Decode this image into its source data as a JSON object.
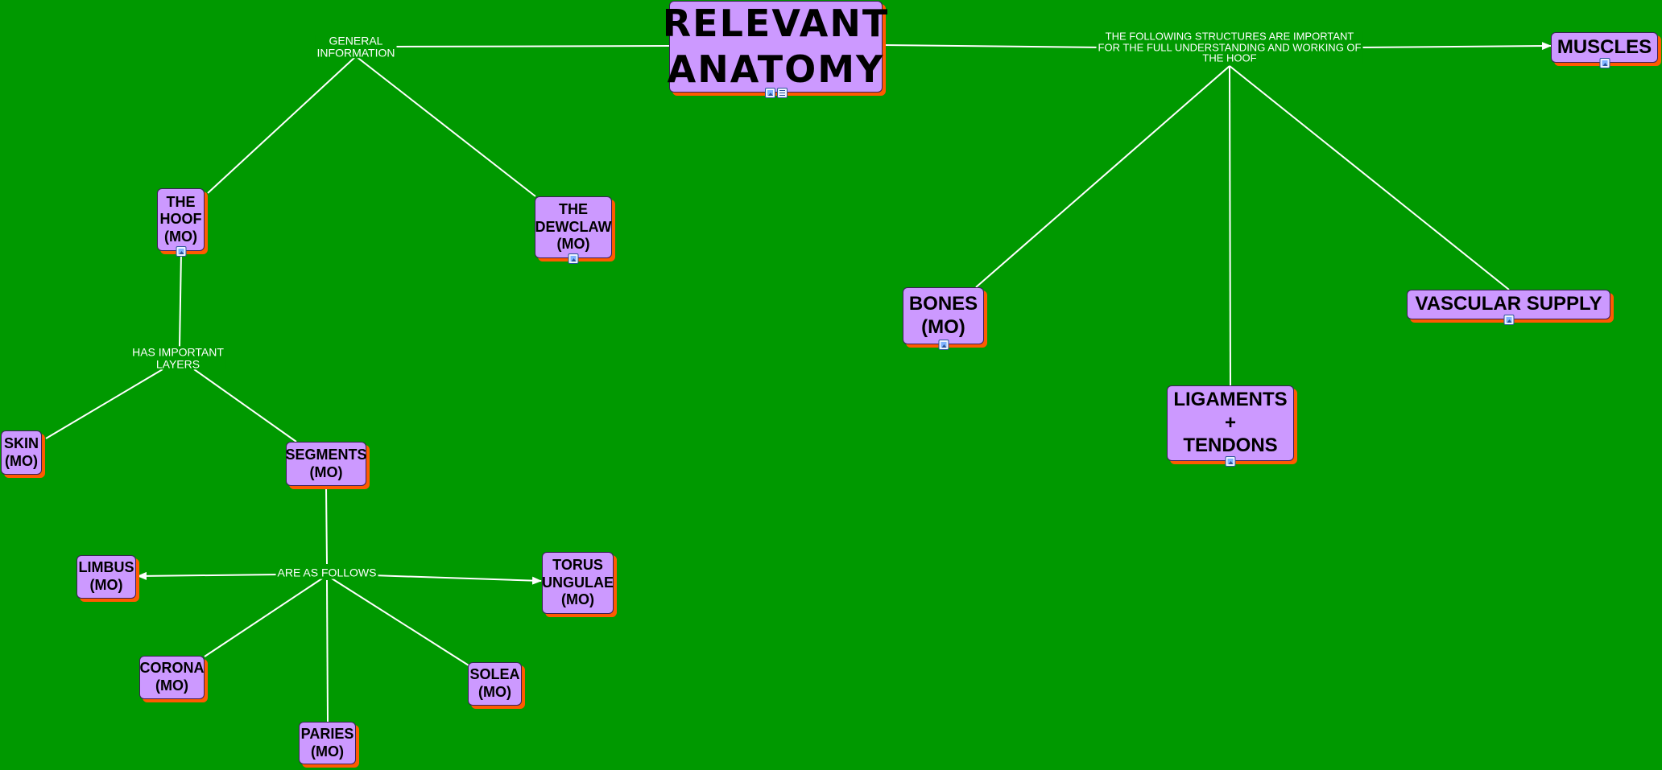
{
  "nodes": {
    "relevant_anatomy": "RELEVANT\nANATOMY",
    "muscles": "MUSCLES",
    "the_hoof": "THE\nHOOF\n(MO)",
    "the_dewclaw": "THE\nDEWCLAW\n(MO)",
    "bones": "BONES\n(MO)",
    "vascular_supply": "VASCULAR SUPPLY",
    "ligaments_tendons": "LIGAMENTS\n+\nTENDONS",
    "skin": "SKIN\n(MO)",
    "segments": "SEGMENTS\n(MO)",
    "limbus": "LIMBUS\n(MO)",
    "torus_ungulae": "TORUS\nUNGULAE\n(MO)",
    "corona": "CORONA\n(MO)",
    "solea": "SOLEA\n(MO)",
    "paries": "PARIES\n(MO)"
  },
  "links": {
    "general_information": "GENERAL\nINFORMATION",
    "following_structures": "THE FOLLOWING STRUCTURES ARE IMPORTANT\nFOR THE FULL UNDERSTANDING AND WORKING OF\nTHE HOOF",
    "has_important_layers": "HAS IMPORTANT\nLAYERS",
    "are_as_follows": "ARE AS FOLLOWS"
  },
  "icons": [
    "image-icon",
    "document-icon"
  ],
  "colors": {
    "background": "#009900",
    "node_fill": "#cc99ff",
    "node_shadow": "#ff5a00",
    "link_line": "#ffffff",
    "label_text": "#ffffff"
  }
}
